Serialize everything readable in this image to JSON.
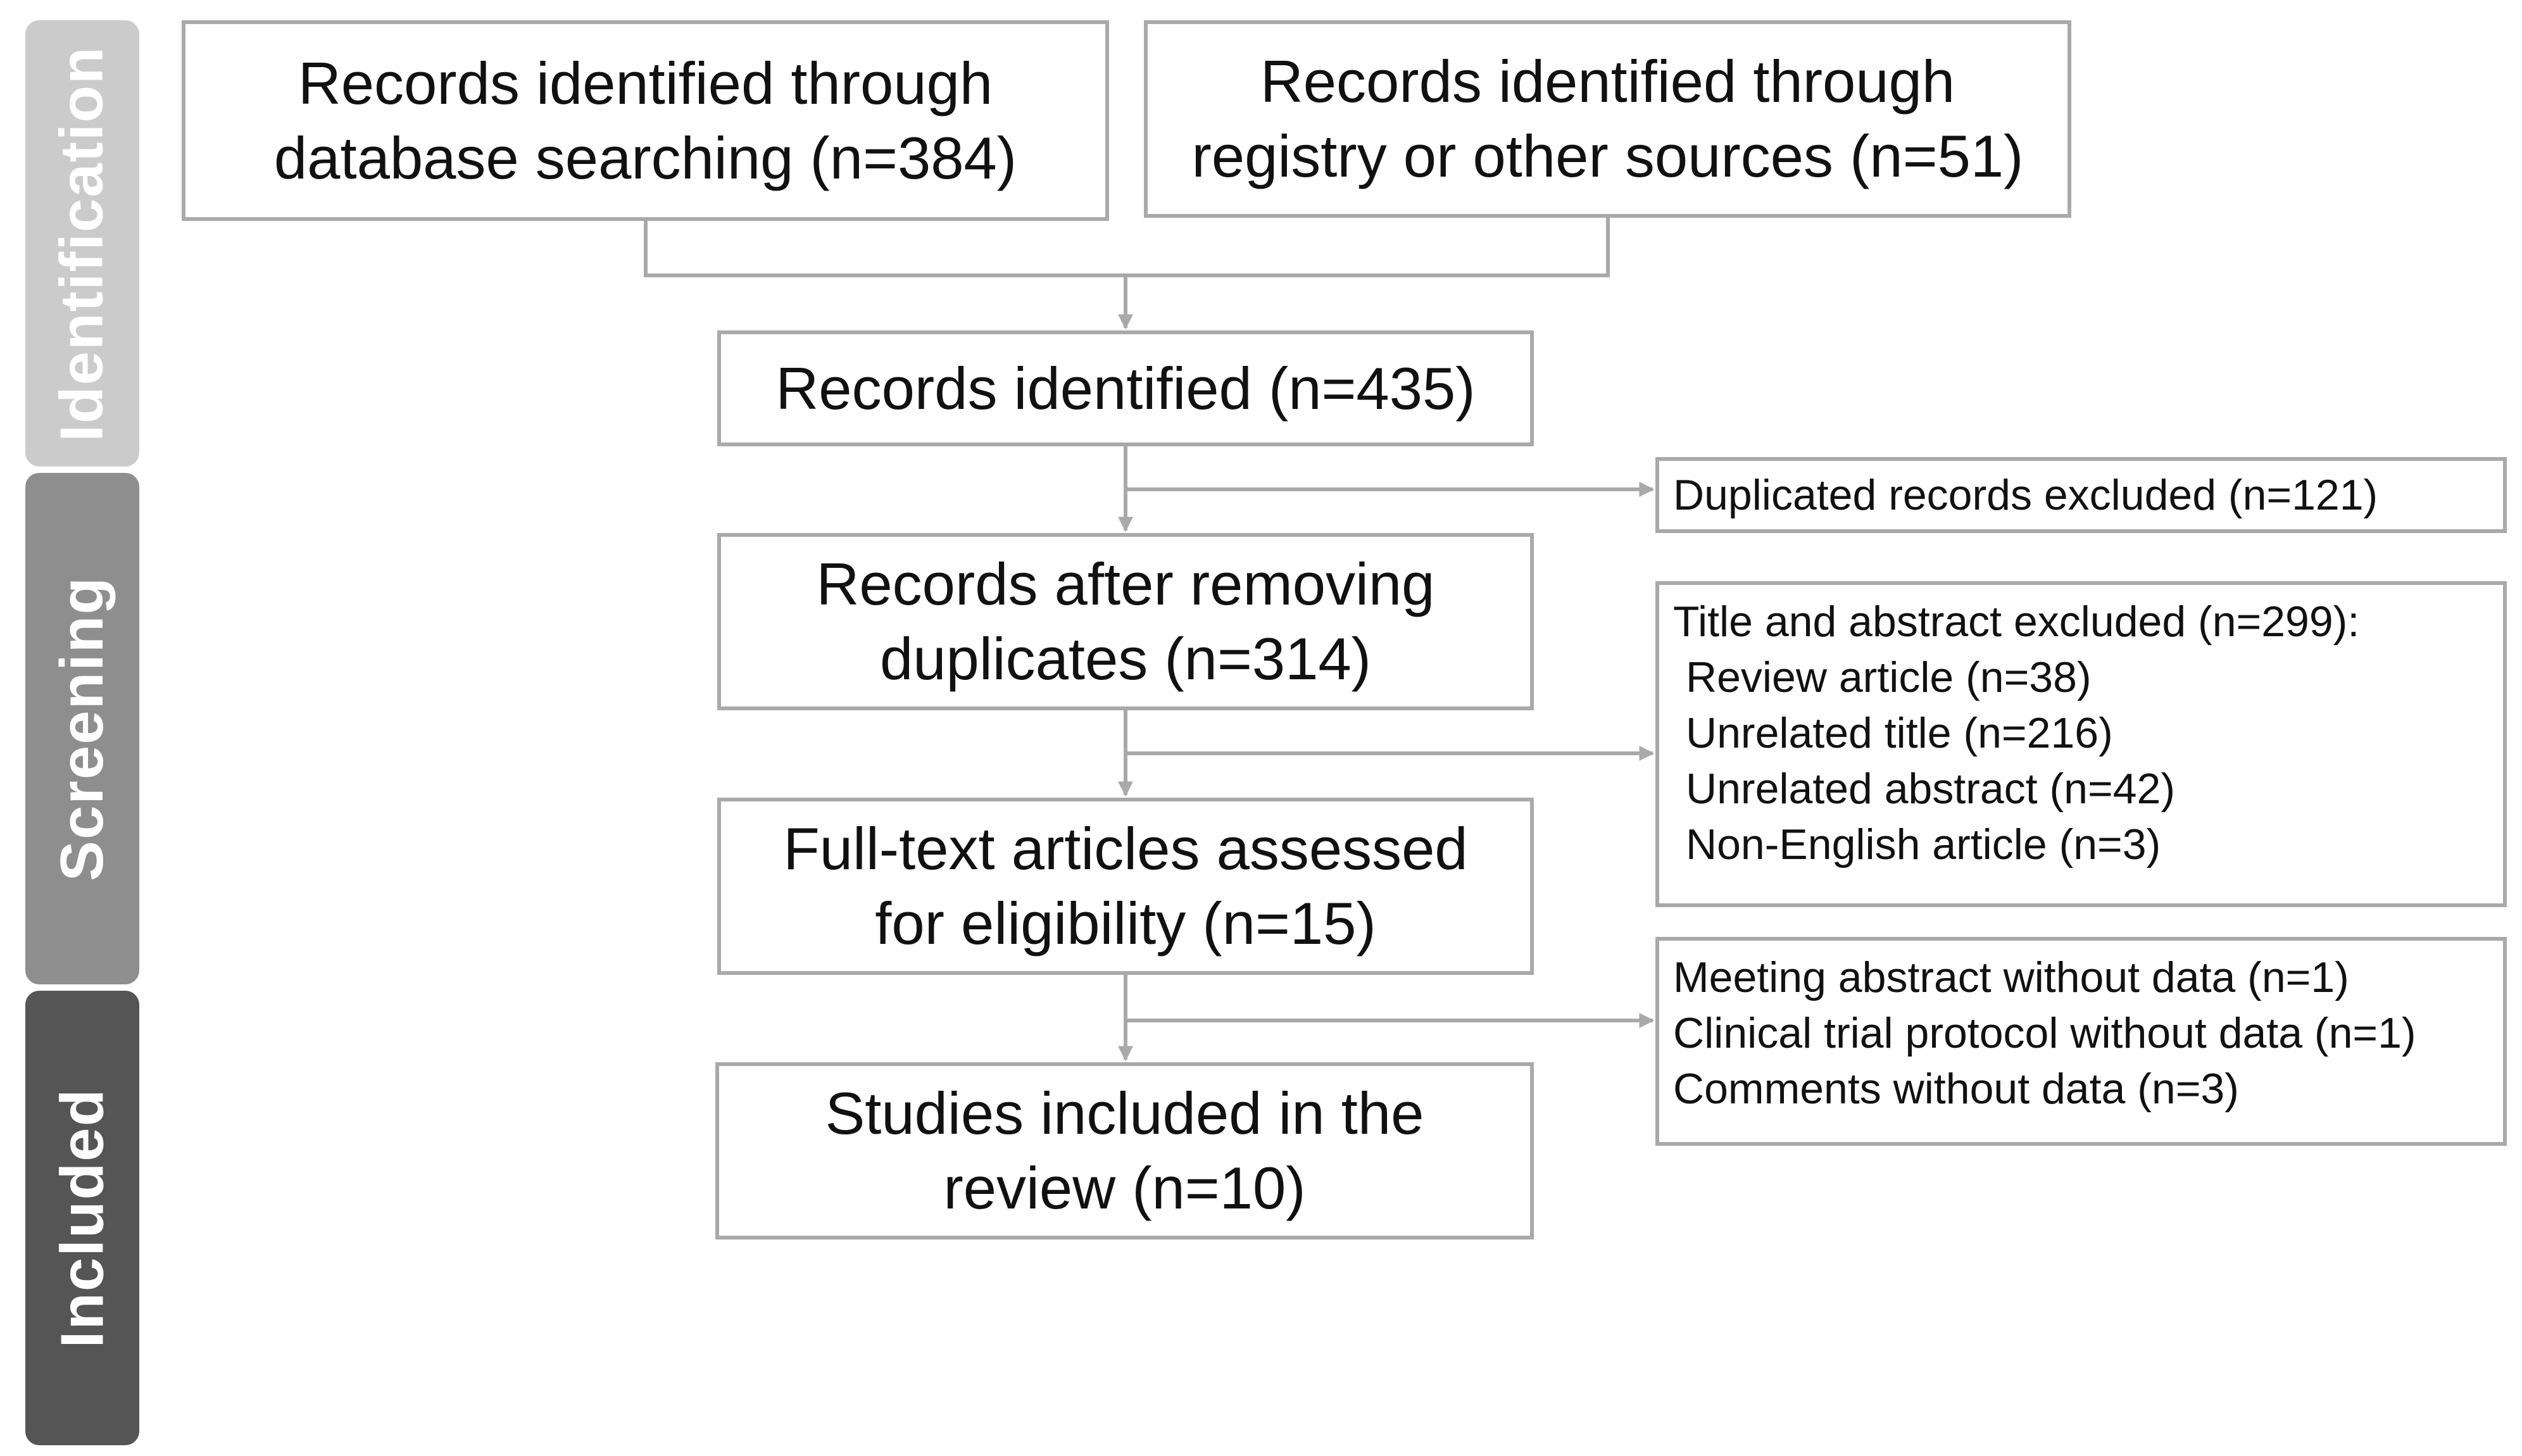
{
  "stages": {
    "identification": "Identification",
    "screening": "Screening",
    "included": "Included"
  },
  "boxes": {
    "database": [
      "Records identified through",
      "database searching (n=384)"
    ],
    "registry": [
      "Records identified through",
      "registry or other sources (n=51)"
    ],
    "identified": [
      "Records identified (n=435)"
    ],
    "after_duplicates": [
      "Records after removing",
      "duplicates (n=314)"
    ],
    "fulltext": [
      "Full-text articles assessed",
      "for eligibility (n=15)"
    ],
    "included": [
      "Studies included in the",
      "review (n=10)"
    ]
  },
  "exclusions": {
    "duplicates": "Duplicated records excluded  (n=121)",
    "title_abstract": {
      "heading": "Title and abstract excluded  (n=299):",
      "items": [
        "Review article (n=38)",
        "Unrelated title (n=216)",
        "Unrelated abstract (n=42)",
        "Non-English article (n=3)"
      ]
    },
    "fulltext": [
      "Meeting abstract without data (n=1)",
      "Clinical trial protocol without data (n=1)",
      "Comments without data (n=3)"
    ]
  },
  "colors": {
    "box_border": "#a9a9a9",
    "connector": "#a9a9a9",
    "identification": "#cbcbcb",
    "screening": "#8e8e8e",
    "included": "#555555"
  }
}
